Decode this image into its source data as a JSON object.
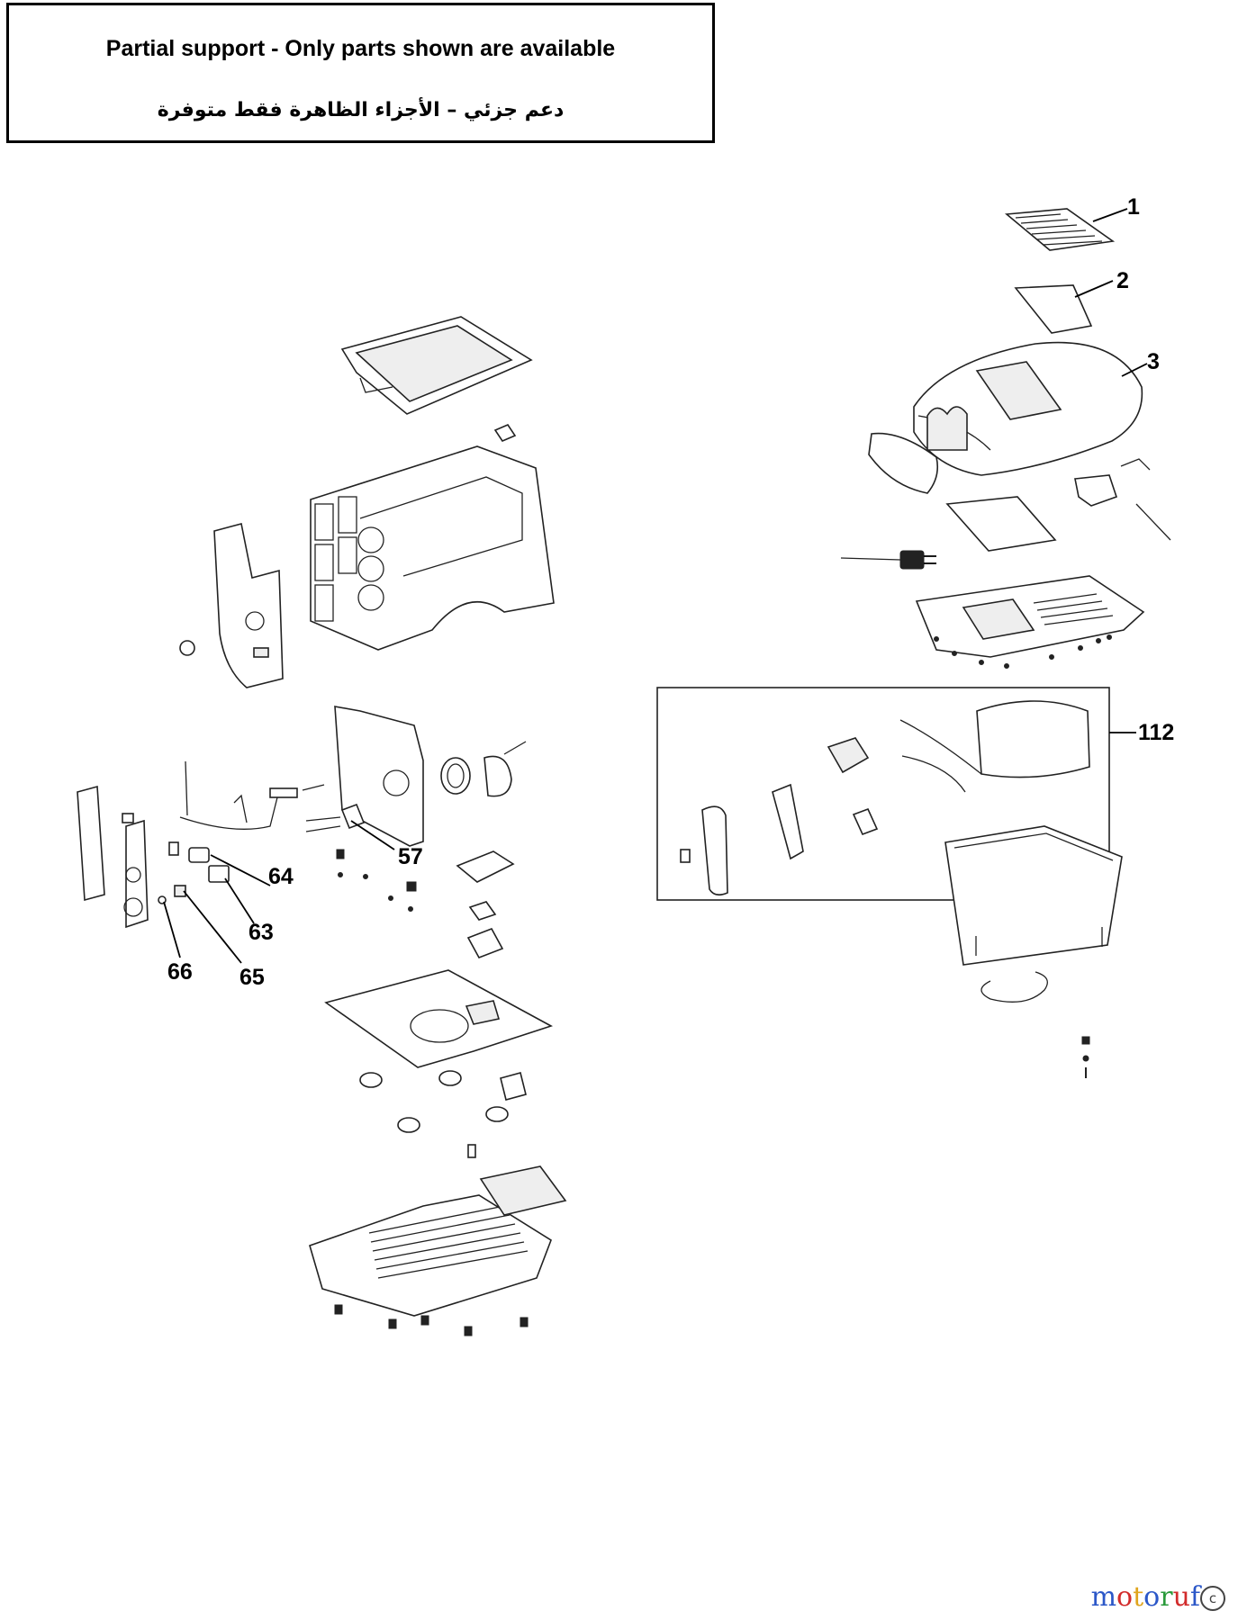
{
  "notice": {
    "title_en": "Partial support - Only parts shown are available",
    "title_ar": "دعم جزئي – الأجزاء الظاهرة فقط متوفرة"
  },
  "callouts": {
    "c1": "1",
    "c2": "2",
    "c3": "3",
    "c112": "112",
    "c57": "57",
    "c64": "64",
    "c63": "63",
    "c65": "65",
    "c66": "66"
  },
  "watermark": {
    "text": "motoruf",
    "letters": [
      "m",
      "o",
      "t",
      "o",
      "r",
      "u",
      "f"
    ],
    "letter_colors": [
      "#2b57c8",
      "#d22b2b",
      "#e0a51e",
      "#2b57c8",
      "#2a9a3b",
      "#d22b2b",
      "#2b57c8"
    ],
    "symbol": "c"
  }
}
